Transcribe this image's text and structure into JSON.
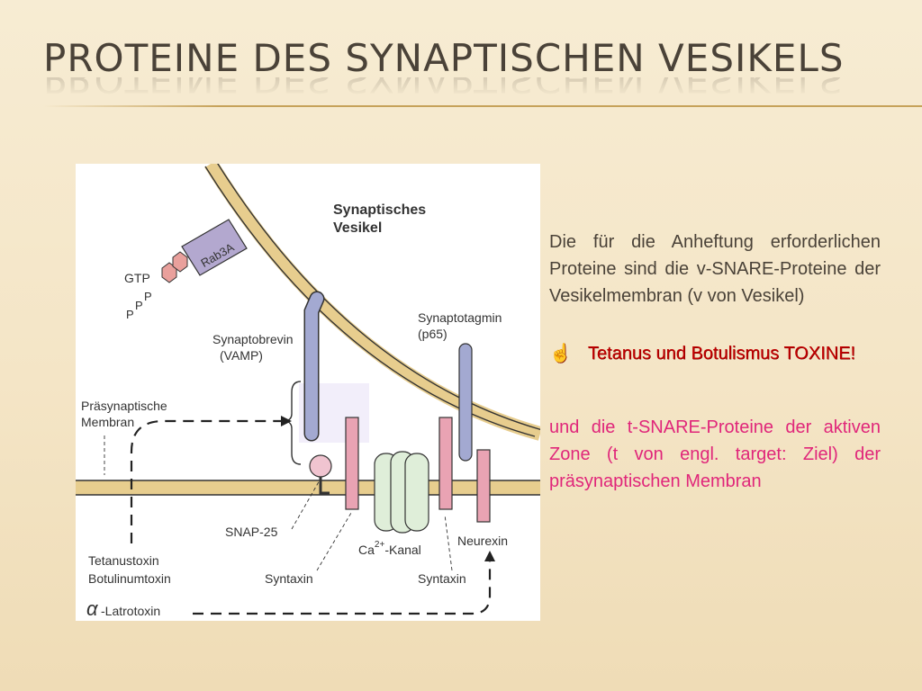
{
  "title": "PROTEINE DES SYNAPTISCHEN VESIKELS",
  "diagram": {
    "vesicle_label_line1": "Synaptisches",
    "vesicle_label_line2": "Vesikel",
    "rab3a": "Rab3A",
    "gtp": "GTP",
    "phosphate": "P",
    "synaptobrevin_line1": "Synaptobrevin",
    "synaptobrevin_line2": "(VAMP)",
    "synaptotagmin_line1": "Synaptotagmin",
    "synaptotagmin_line2": "(p65)",
    "membrane_line1": "Präsynaptische",
    "membrane_line2": "Membran",
    "snap25": "SNAP-25",
    "ca_prefix": "Ca",
    "ca_superscript": "2+",
    "ca_suffix": "-Kanal",
    "neurexin": "Neurexin",
    "syntaxin_left": "Syntaxin",
    "syntaxin_right": "Syntaxin",
    "toxin_line1": "Tetanustoxin",
    "toxin_line2": "Botulinumtoxin",
    "alpha_symbol": "α",
    "latrotoxin": "-Latrotoxin",
    "colors": {
      "membrane": "#e7cd8e",
      "vamp": "#a3a9d1",
      "snare_pink": "#e9a3b3",
      "channel": "#dfeed9",
      "rab3a": "#b3a8cf",
      "gtp": "#e9a09c"
    }
  },
  "text": {
    "para1": "Die für die Anheftung erforderlichen Proteine sind die v-SNARE-Proteine der Vesikelmembran (v von Vesikel)",
    "hand_icon": "☝",
    "para2": "Tetanus und Botulismus TOXINE!",
    "para3": "und die t-SNARE-Proteine der aktiven Zone (t von engl. target: Ziel) der präsynaptischen Membran",
    "colors": {
      "body": "#4a4238",
      "emphasis": "#c00000",
      "highlight": "#e0267a"
    }
  }
}
